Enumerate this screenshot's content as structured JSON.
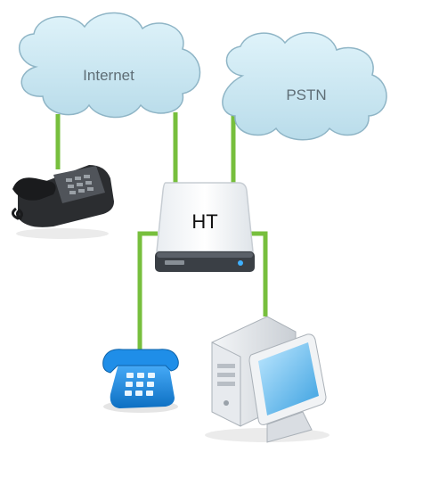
{
  "diagram": {
    "nodes": {
      "internet": {
        "label": "Internet",
        "kind": "cloud"
      },
      "pstn": {
        "label": "PSTN",
        "kind": "cloud"
      },
      "ht": {
        "label": "HT",
        "kind": "device"
      },
      "desk_phone": {
        "kind": "phone-icon"
      },
      "analog_phone": {
        "kind": "phone-icon"
      },
      "computer": {
        "kind": "computer-icon"
      }
    },
    "links": [
      {
        "from": "internet",
        "to": "desk_phone"
      },
      {
        "from": "internet",
        "to": "ht"
      },
      {
        "from": "pstn",
        "to": "ht"
      },
      {
        "from": "ht",
        "to": "analog_phone"
      },
      {
        "from": "ht",
        "to": "computer"
      }
    ],
    "colors": {
      "link": "#77bf3d",
      "cloud_fill": "#cde9f3",
      "cloud_stroke": "#8fb5c6",
      "analog_phone": "#1d8fe0"
    }
  }
}
